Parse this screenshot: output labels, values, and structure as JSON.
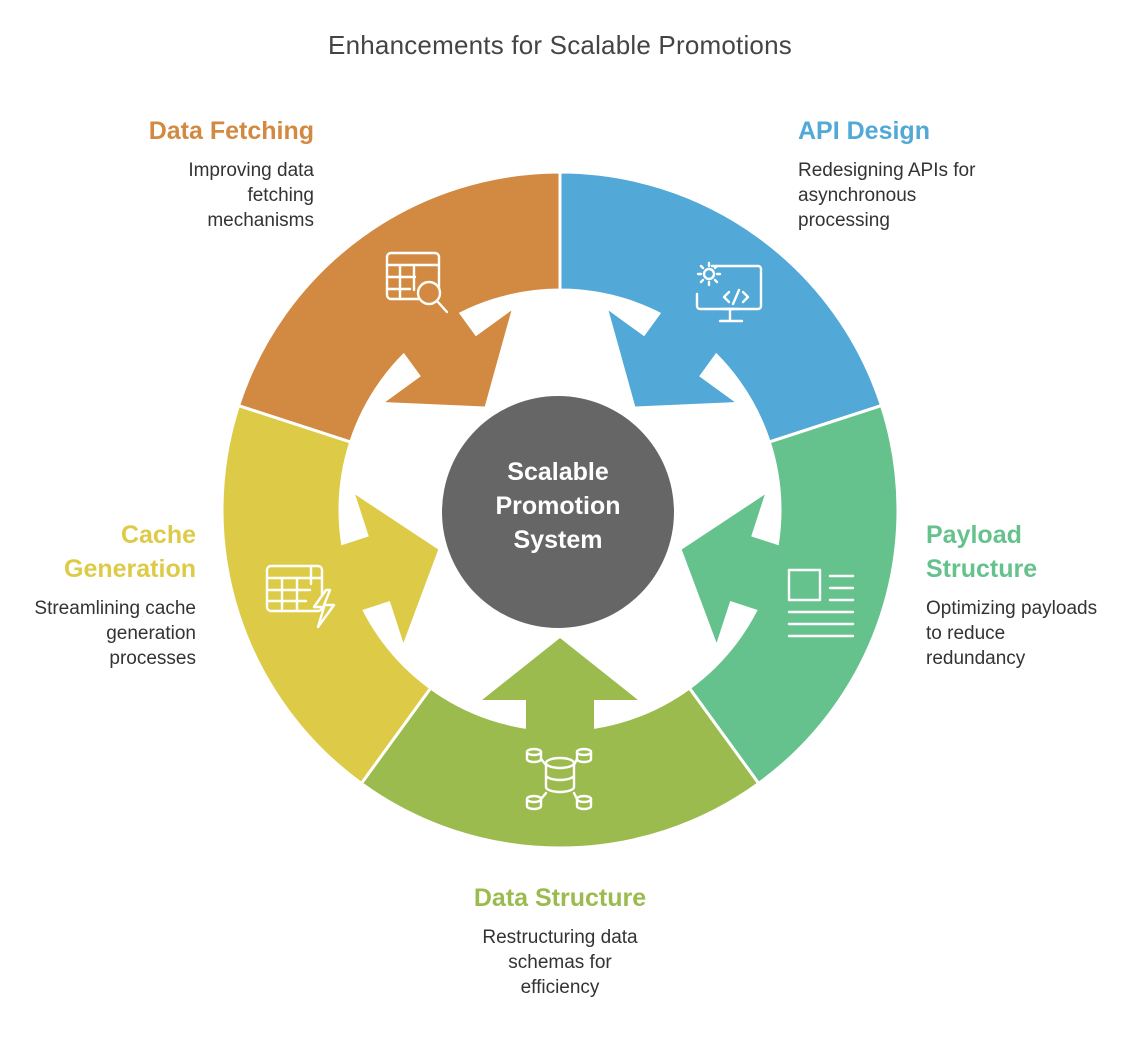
{
  "title": "Enhancements for Scalable Promotions",
  "center": {
    "label": "Scalable\nPromotion\nSystem",
    "color": "#666666"
  },
  "segments": [
    {
      "id": "api-design",
      "heading": "API Design",
      "description": "Redesigning APIs for\nasynchronous\nprocessing",
      "color": "#52A8D6",
      "icon": "settings-code-monitor-icon"
    },
    {
      "id": "payload-structure",
      "heading": "Payload\nStructure",
      "description": "Optimizing payloads\nto reduce\nredundancy",
      "color": "#66C28C",
      "icon": "document-layout-icon"
    },
    {
      "id": "data-structure",
      "heading": "Data Structure",
      "description": "Restructuring data\nschemas for\nefficiency",
      "color": "#9CBB4E",
      "icon": "database-network-icon"
    },
    {
      "id": "cache-generation",
      "heading": "Cache\nGeneration",
      "description": "Streamlining cache\ngeneration\nprocesses",
      "color": "#DDCB47",
      "icon": "table-lightning-icon"
    },
    {
      "id": "data-fetching",
      "heading": "Data Fetching",
      "description": "Improving data\nfetching\nmechanisms",
      "color": "#D28A42",
      "icon": "table-search-icon"
    }
  ]
}
